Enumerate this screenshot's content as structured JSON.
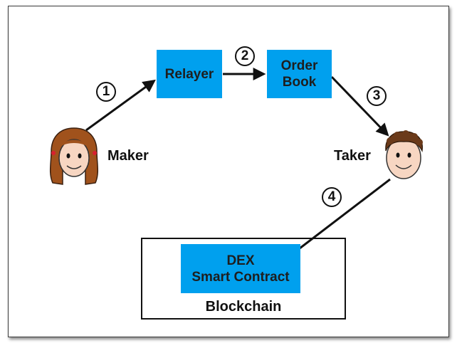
{
  "nodes": {
    "relayer": "Relayer",
    "order_book": "Order\nBook",
    "dex": "DEX\nSmart Contract"
  },
  "actors": {
    "maker": "Maker",
    "taker": "Taker"
  },
  "container": {
    "blockchain": "Blockchain"
  },
  "steps": [
    "1",
    "2",
    "3",
    "4"
  ],
  "colors": {
    "box_fill": "#00a0ee",
    "text": "#111111",
    "hair_maker": "#a0521c",
    "hair_taker": "#6b3a1a",
    "skin": "#f7d6c2"
  }
}
